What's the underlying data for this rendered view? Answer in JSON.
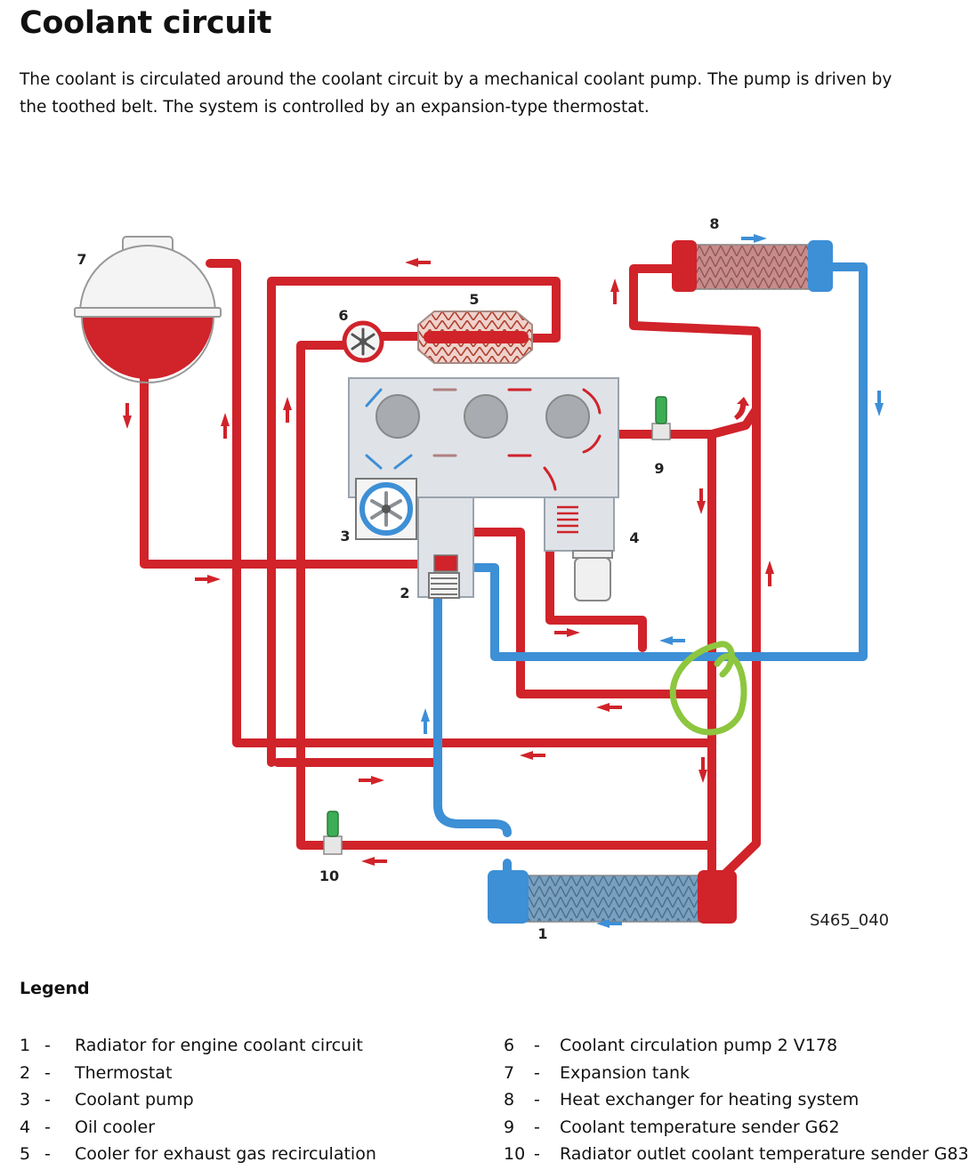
{
  "page": {
    "title": "Coolant circuit",
    "intro": "The coolant is circulated around the coolant circuit by a mechanical coolant pump. The pump is driven by the toothed belt. The system is controlled by an expansion-type thermostat.",
    "figure_code": "S465_040"
  },
  "diagram": {
    "callouts": [
      "1",
      "2",
      "3",
      "4",
      "5",
      "6",
      "7",
      "8",
      "9",
      "10"
    ],
    "colors": {
      "hot_coolant": "#d0232a",
      "cold_coolant": "#3d8fd6",
      "engine_block": "#dfe3e8",
      "annotation_circle": "#8dc63f"
    }
  },
  "legend": {
    "heading": "Legend",
    "items": [
      {
        "num": "1",
        "text": "Radiator for engine coolant circuit"
      },
      {
        "num": "2",
        "text": "Thermostat"
      },
      {
        "num": "3",
        "text": "Coolant pump"
      },
      {
        "num": "4",
        "text": "Oil cooler"
      },
      {
        "num": "5",
        "text": "Cooler for exhaust gas recirculation"
      },
      {
        "num": "6",
        "text": "Coolant circulation pump 2  V178"
      },
      {
        "num": "7",
        "text": "Expansion tank"
      },
      {
        "num": "8",
        "text": "Heat exchanger for heating system"
      },
      {
        "num": "9",
        "text": "Coolant temperature sender G62"
      },
      {
        "num": "10",
        "text": "Radiator outlet coolant temperature sender G83"
      }
    ]
  }
}
